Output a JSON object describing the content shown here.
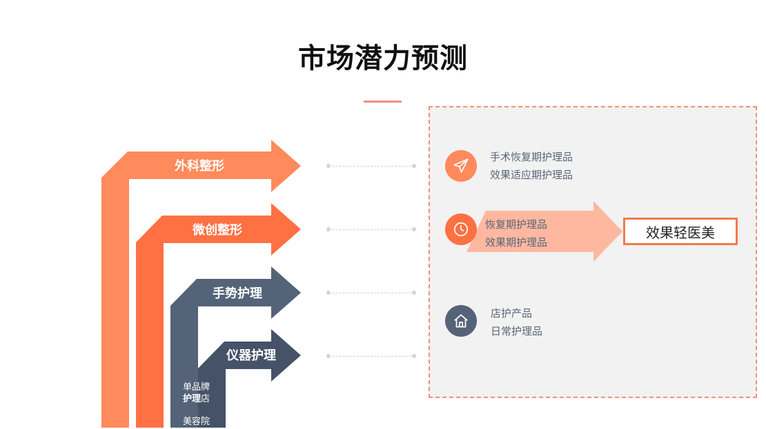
{
  "title": "市场潜力预测",
  "colors": {
    "orange_light": "#ff8a5b",
    "orange": "#ff7142",
    "slate": "#546378",
    "slate_dark": "#455268",
    "callout_arrow": "#ffb8a0",
    "accent_border": "#f27a4c"
  },
  "arrows": [
    {
      "label": "外科整形"
    },
    {
      "label": "微创整形"
    },
    {
      "label": "手势护理"
    },
    {
      "label": "仪器护理"
    }
  ],
  "stem_labels": {
    "line1": "单品牌",
    "line2a": "护理",
    "line2b": "店",
    "line3": "美容院"
  },
  "panel": {
    "items": [
      {
        "icon": "paper-plane-icon",
        "lines": [
          "手术恢复期护理品",
          "效果适应期护理品"
        ]
      },
      {
        "icon": "clock-icon",
        "lines": [
          "恢复期护理品",
          "效果期护理品"
        ]
      },
      {
        "icon": "house-icon",
        "lines": [
          "店护产品",
          "日常护理品"
        ]
      }
    ],
    "callout": "效果轻医美"
  }
}
